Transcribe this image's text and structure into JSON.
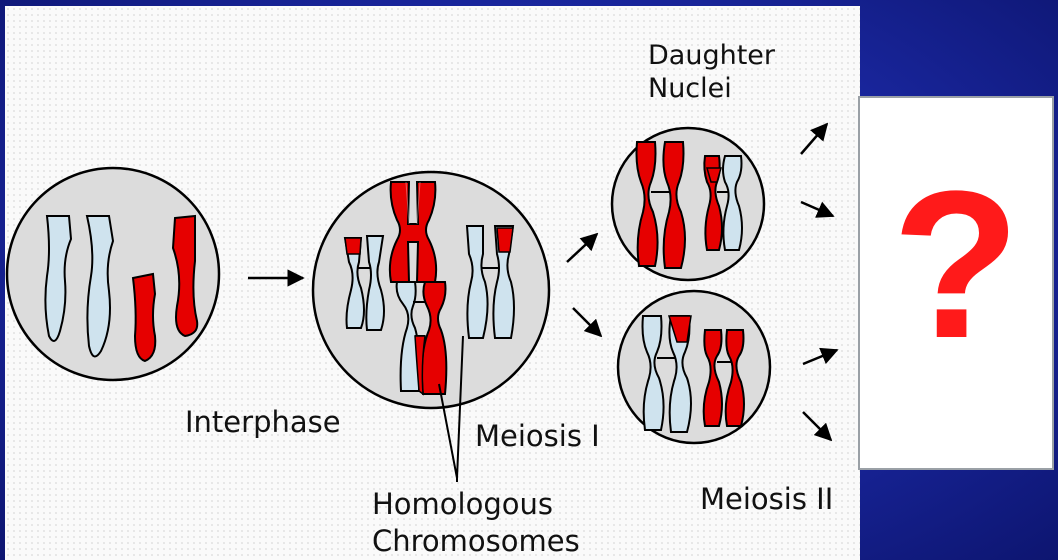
{
  "diagram": {
    "labels": {
      "interphase": "Interphase",
      "meiosis_one": "Meiosis I",
      "meiosis_two": "Meiosis II",
      "daughter_line1": "Daughter",
      "daughter_line2": "Nuclei",
      "homologous_line1": "Homologous",
      "homologous_line2": "Chromosomes"
    },
    "colors": {
      "maternal_chromosome": "#e60000",
      "paternal_chromosome": "#cfe3ee",
      "outline": "#000000",
      "nucleus_fill": "#dcdcdc"
    }
  },
  "question_card": {
    "symbol": "?",
    "color": "#ff1a1a"
  }
}
